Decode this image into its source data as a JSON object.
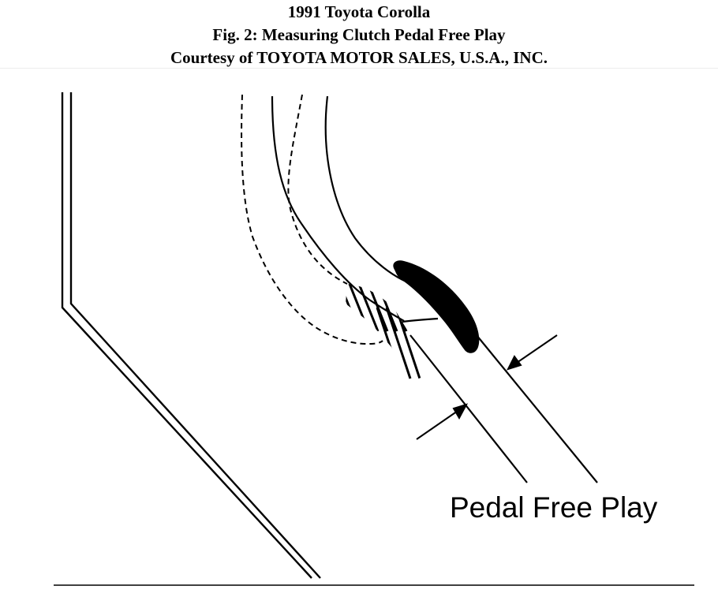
{
  "header": {
    "line1": "1991 Toyota Corolla",
    "line2": "Fig. 2: Measuring Clutch Pedal Free Play",
    "line3": "Courtesy of TOYOTA MOTOR SALES, U.S.A., INC."
  },
  "figure": {
    "callout_label": "Pedal Free Play",
    "stroke_color": "#000000",
    "background_color": "#ffffff"
  }
}
